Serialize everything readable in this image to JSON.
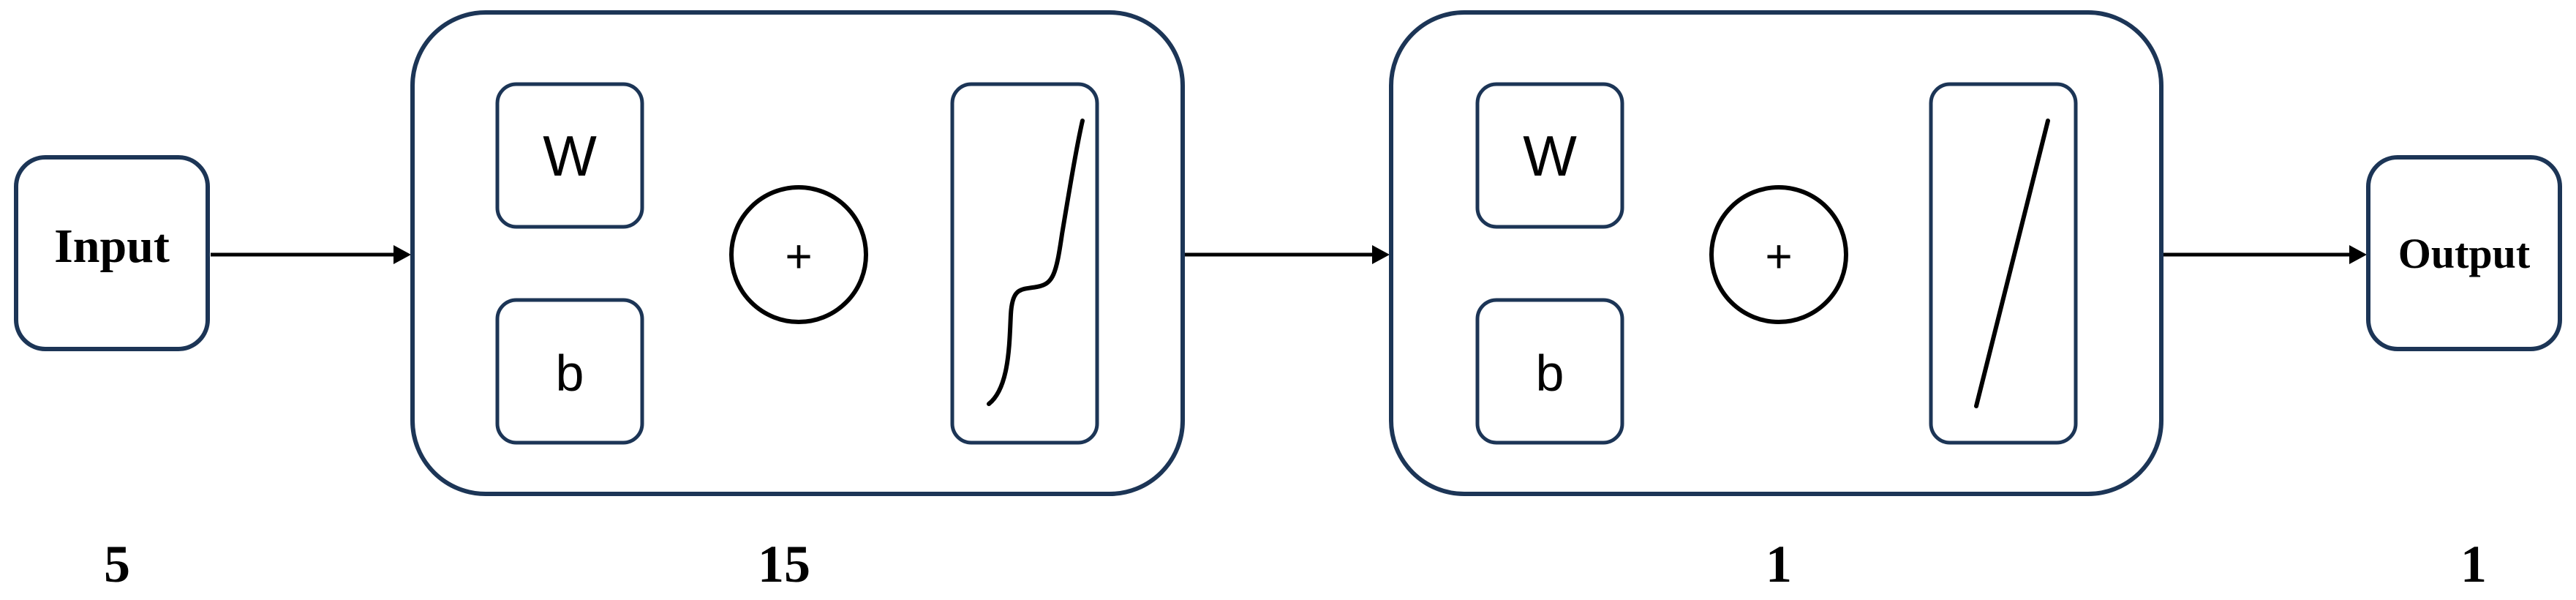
{
  "input_node": {
    "label": "Input",
    "size": "5"
  },
  "hidden_layer": {
    "weight_label": "W",
    "bias_label": "b",
    "sum_symbol": "+",
    "size": "15"
  },
  "output_layer": {
    "weight_label": "W",
    "bias_label": "b",
    "sum_symbol": "+",
    "size": "1"
  },
  "output_node": {
    "label": "Output",
    "size": "1"
  },
  "colors": {
    "box_stroke": "#1c3556",
    "line": "#000000",
    "text": "#000000"
  }
}
